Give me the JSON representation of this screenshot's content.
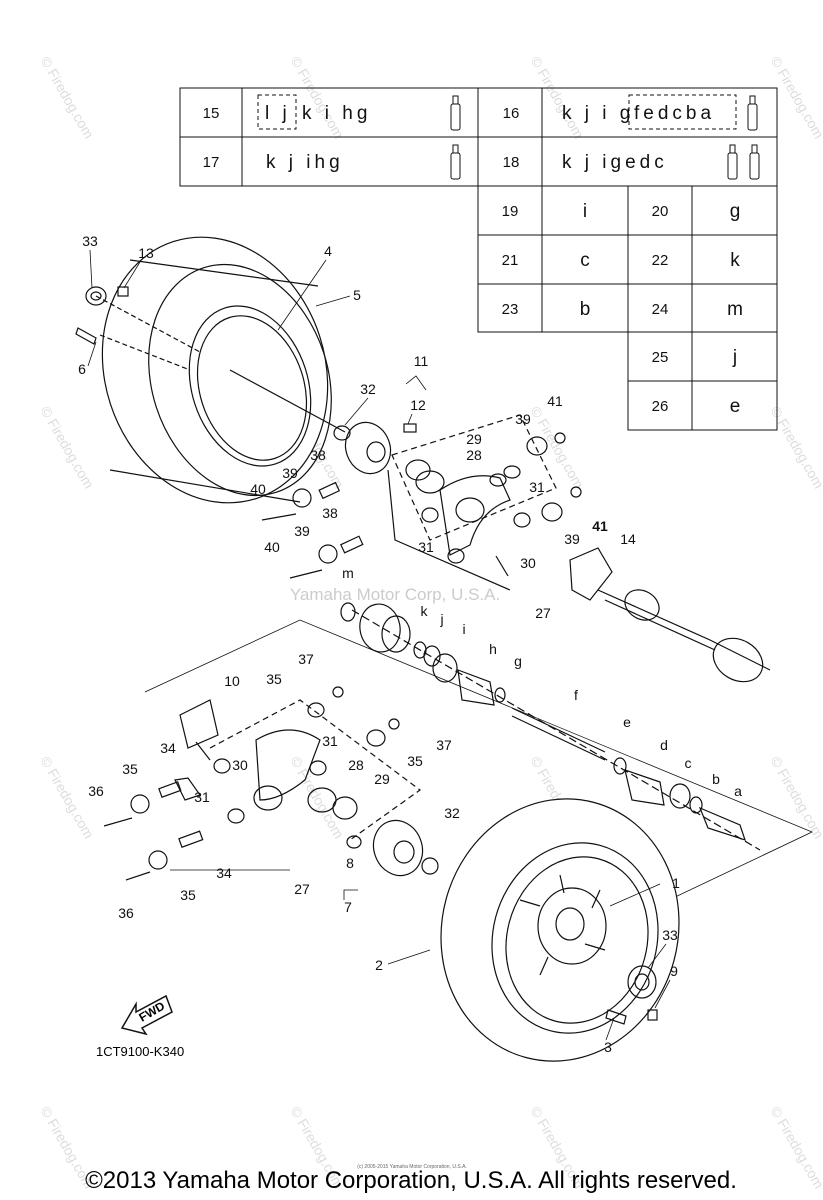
{
  "legend": {
    "row1": [
      {
        "num": "15",
        "code_boxed": "l j",
        "code_rest": "k i hg"
      },
      {
        "num": "16",
        "code_pre": "k j i g",
        "code_boxed": "fedcba"
      }
    ],
    "row2": [
      {
        "num": "17",
        "code": "k j ihg"
      },
      {
        "num": "18",
        "code": "k j igedc"
      }
    ],
    "pairs": [
      {
        "num": "19",
        "letter": "i"
      },
      {
        "num": "20",
        "letter": "g"
      },
      {
        "num": "21",
        "letter": "c"
      },
      {
        "num": "22",
        "letter": "k"
      },
      {
        "num": "23",
        "letter": "b"
      },
      {
        "num": "24",
        "letter": "m"
      },
      {
        "num": "25",
        "letter": "j"
      },
      {
        "num": "26",
        "letter": "e"
      }
    ]
  },
  "callouts": {
    "n1": "1",
    "n2": "2",
    "n3": "3",
    "n4": "4",
    "n5": "5",
    "n6": "6",
    "n7": "7",
    "n8": "8",
    "n9": "9",
    "n10": "10",
    "n11": "11",
    "n12": "12",
    "n13": "13",
    "n14": "14",
    "n27a": "27",
    "n27b": "27",
    "n28a": "28",
    "n28b": "28",
    "n29a": "29",
    "n29b": "29",
    "n30a": "30",
    "n30b": "30",
    "n31a": "31",
    "n31b": "31",
    "n31c": "31",
    "n31d": "31",
    "n32a": "32",
    "n32b": "32",
    "n33a": "33",
    "n33b": "33",
    "n34a": "34",
    "n34b": "34",
    "n35a": "35",
    "n35b": "35",
    "n35c": "35",
    "n35d": "35",
    "n36a": "36",
    "n36b": "36",
    "n37a": "37",
    "n37b": "37",
    "n38a": "38",
    "n38b": "38",
    "n39a": "39",
    "n39b": "39",
    "n39c": "39",
    "n39d": "39",
    "n40a": "40",
    "n40b": "40",
    "n41a": "41",
    "n41b": "41",
    "la": "a",
    "lb": "b",
    "lc": "c",
    "ld": "d",
    "le": "e",
    "lf": "f",
    "lg": "g",
    "lh": "h",
    "li": "i",
    "lj": "j",
    "lk": "k",
    "lm": "m"
  },
  "fwd_label": "FWD",
  "drawing_ref": "1CT9100-K340",
  "watermark_center": "Yamaha Motor Corp, U.S.A.",
  "watermark_site": "© Firedog.com",
  "small_credit": "(c) 2005-2015 Yamaha Motor Corporation, U.S.A.",
  "footer": "©2013 Yamaha Motor Corporation, U.S.A. All rights reserved.",
  "colors": {
    "line": "#111111",
    "watermark": "#dddddd"
  }
}
